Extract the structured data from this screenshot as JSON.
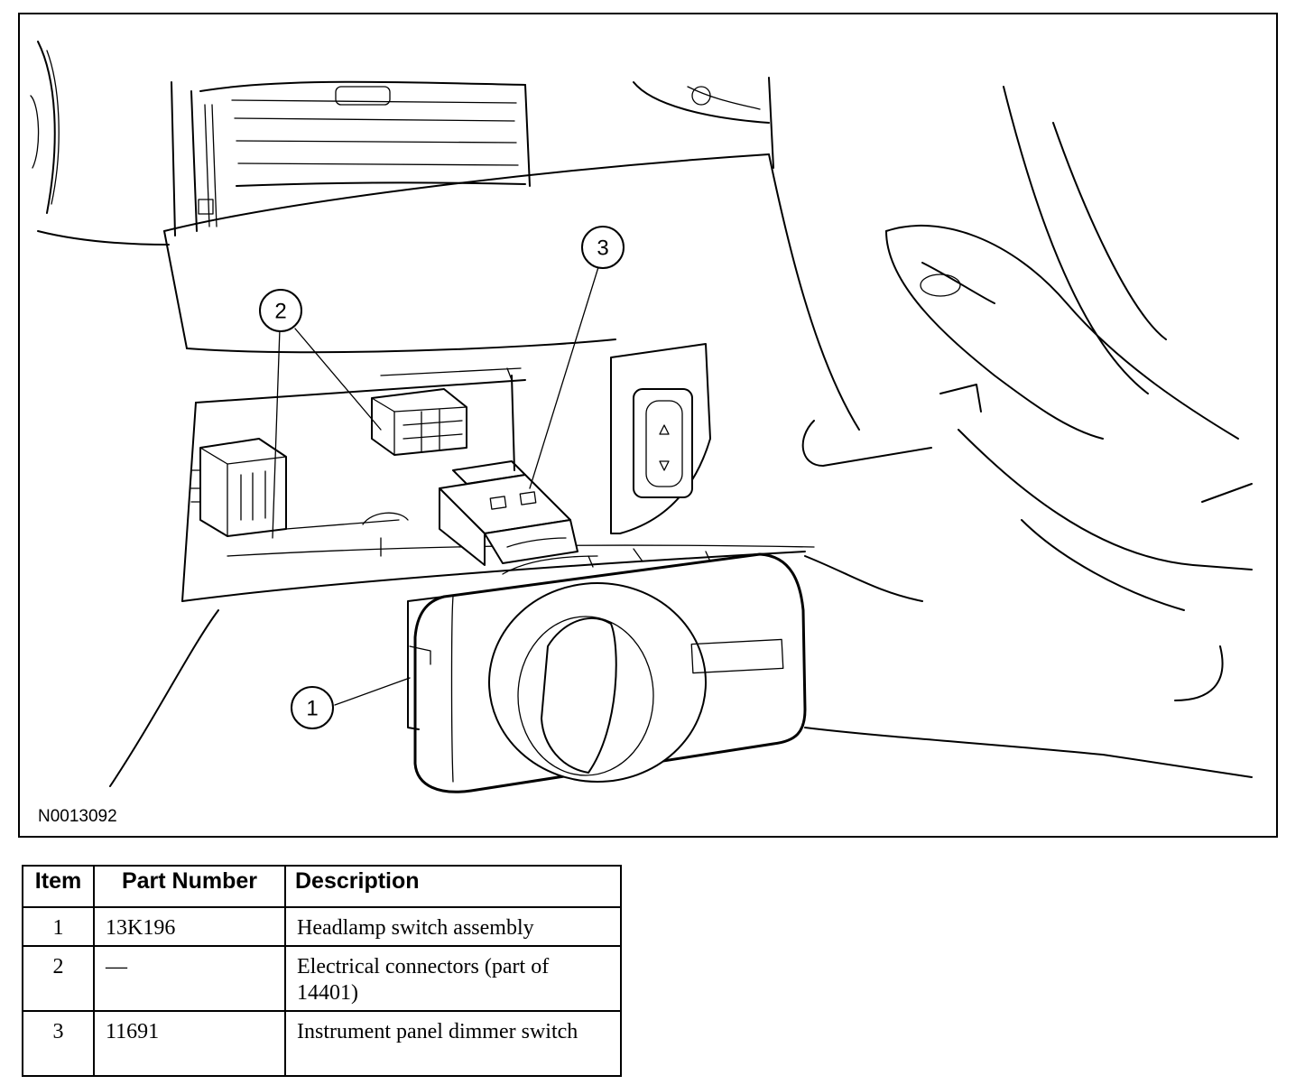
{
  "figure": {
    "id_label": "N0013092",
    "callouts": [
      "1",
      "2",
      "3"
    ]
  },
  "table": {
    "headers": {
      "item": "Item",
      "part_number": "Part Number",
      "description": "Description"
    },
    "rows": [
      {
        "item": "1",
        "part_number": "13K196",
        "description": "Headlamp switch assembly"
      },
      {
        "item": "2",
        "part_number": "—",
        "description": "Electrical connectors (part of 14401)"
      },
      {
        "item": "3",
        "part_number": "11691",
        "description": "Instrument panel dimmer switch"
      }
    ]
  }
}
